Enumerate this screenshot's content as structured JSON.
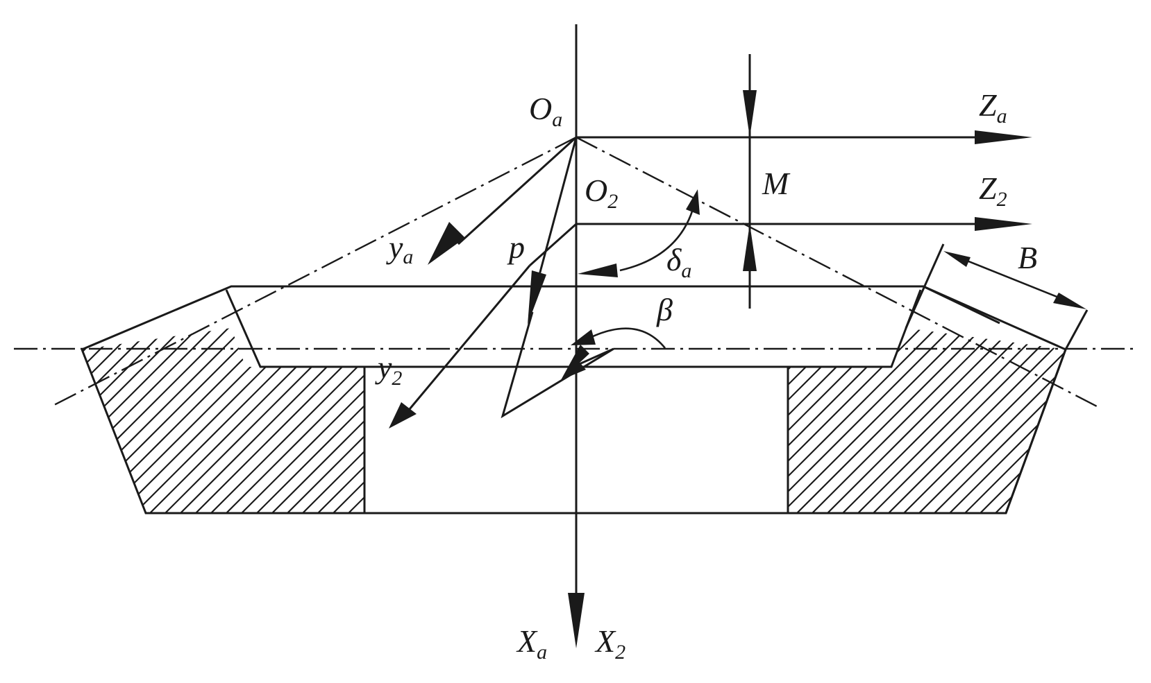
{
  "labels": {
    "origin_a": {
      "main": "O",
      "sub": "a"
    },
    "origin_2": {
      "main": "O",
      "sub": "2"
    },
    "axis_za": {
      "main": "Z",
      "sub": "a"
    },
    "axis_z2": {
      "main": "Z",
      "sub": "2"
    },
    "axis_ya": {
      "main": "y",
      "sub": "a"
    },
    "axis_y2": {
      "main": "y",
      "sub": "2"
    },
    "axis_xa": {
      "main": "X",
      "sub": "a"
    },
    "axis_x2": {
      "main": "X",
      "sub": "2"
    },
    "dim_m": {
      "main": "M"
    },
    "dim_b": {
      "main": "B"
    },
    "vec_p": {
      "main": "p"
    },
    "ang_delta": {
      "main": "δ",
      "sub": "a"
    },
    "ang_beta": {
      "main": "β"
    }
  }
}
